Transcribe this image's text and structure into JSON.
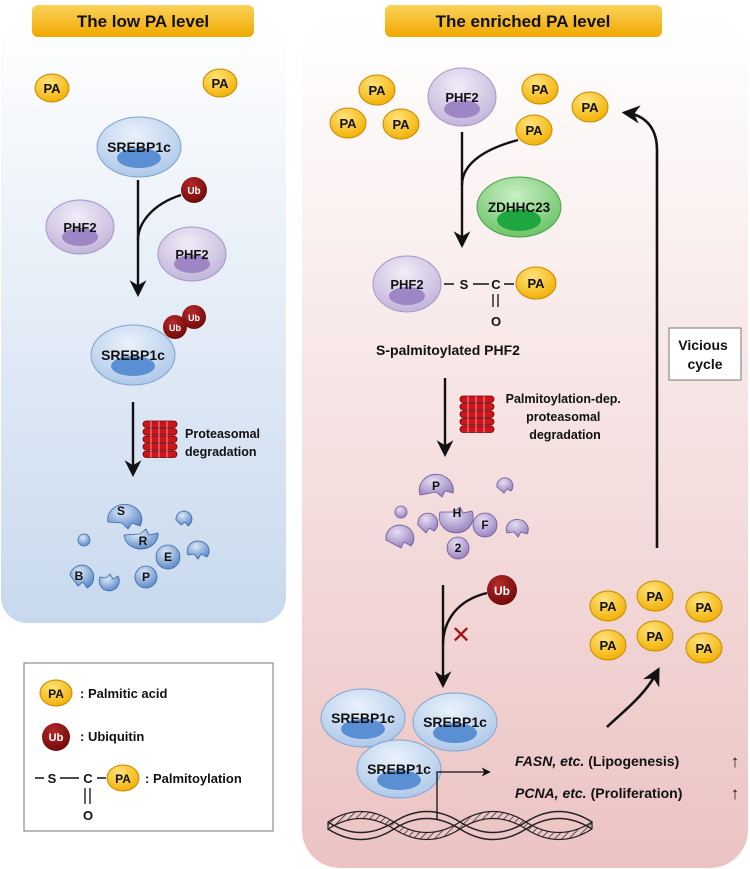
{
  "panels": {
    "low": {
      "title": "The low PA level"
    },
    "enriched": {
      "title": "The enriched PA level"
    }
  },
  "molecules": {
    "pa": "PA",
    "ub": "Ub",
    "phf2": "PHF2",
    "srebp1c": "SREBP1c",
    "zdhhc23": "ZDHHC23",
    "s": "S",
    "c": "C",
    "o": "O"
  },
  "labels": {
    "proteasomal_degradation": [
      "Proteasomal",
      "degradation"
    ],
    "s_palmitoylated_phf2": "S-palmitoylated PHF2",
    "palm_dep_degradation": [
      "Palmitoylation-dep.",
      "proteasomal",
      "degradation"
    ],
    "vicious_cycle": [
      "Vicious",
      "cycle"
    ],
    "block_mark": "✕"
  },
  "fragments": {
    "srebp": [
      "S",
      "R",
      "E",
      "B",
      "P"
    ],
    "phf2": [
      "P",
      "H",
      "F",
      "2"
    ]
  },
  "genes": [
    {
      "gene": "FASN, etc.",
      "process": "(Lipogenesis)",
      "arrow": "↑"
    },
    {
      "gene": "PCNA, etc.",
      "process": "(Proliferation)",
      "arrow": "↑"
    }
  ],
  "legend": {
    "pa": ": Palmitic acid",
    "ub": ": Ubiquitin",
    "palmitoylation": ": Palmitoylation"
  },
  "colors": {
    "pa_fill": "#f5b800",
    "ub_fill": "#8a1010",
    "phf2_fill": "#cbbfe0",
    "srebp_fill": "#b9d2ee",
    "zdhhc_fill": "#7ccf7a",
    "header_gold": "#f4b400",
    "proteasome_red": "#c8141e"
  }
}
